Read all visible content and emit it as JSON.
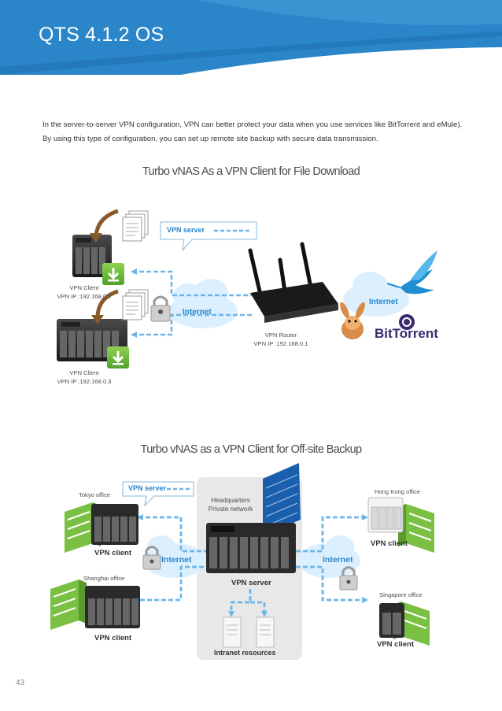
{
  "header": {
    "title": "QTS 4.1.2 OS"
  },
  "intro": "In the server-to-server VPN configuration, VPN can better protect your data when you use services like BitTorrent and eMule). By using this type of configuration, you can set up remote site backup with secure data transmission.",
  "diagram1": {
    "title": "Turbo vNAS As a VPN Client for File Download",
    "vpn_server_label": "VPN server",
    "client1": {
      "line1": "VPN Client",
      "line2": "VPN IP :192.168.0.2"
    },
    "client2": {
      "line1": "VPN Client",
      "line2": "VPN IP :192.168.0.3"
    },
    "internet_left": "Internet",
    "internet_right": "Internet",
    "router": {
      "line1": "VPN Router",
      "line2": "VPN IP :192.168.0.1"
    },
    "bittorrent": "BitTorrent"
  },
  "diagram2": {
    "title": "Turbo vNAS as a VPN Client for Off-site Backup",
    "vpn_server_label": "VPN server",
    "tokyo": "Tokyo office",
    "shanghai": "Shanghai office",
    "hongkong": "Hong Kong office",
    "singapore": "Singapore office",
    "vpn_client": "VPN client",
    "hq_line1": "Headquarters",
    "hq_line2": "Private network",
    "internet": "Internet",
    "vpn_server_center": "VPN server",
    "intranet": "Intranet resources"
  },
  "footer": {
    "page_number": "43"
  },
  "colors": {
    "banner": "#2a86c9",
    "accent": "#2a86c9",
    "green": "#7ac143",
    "cloud": "#d9edf9"
  }
}
